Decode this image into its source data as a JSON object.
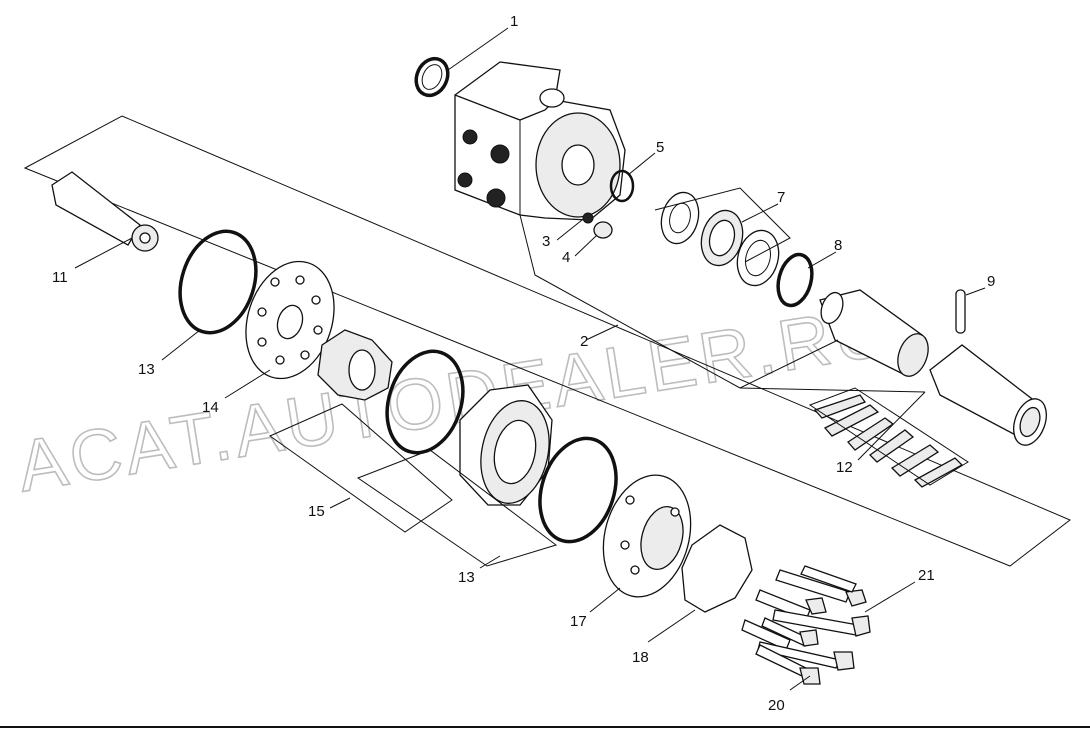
{
  "watermark": "ACAT.AUTODEALER.RU",
  "part_labels": {
    "p1": "1",
    "p2": "2",
    "p3": "3",
    "p4": "4",
    "p5": "5",
    "p6": "7",
    "p7": "8",
    "p8": "9",
    "p9": "11",
    "p10": "12",
    "p11": "13",
    "p12": "13",
    "p13": "14",
    "p14": "15",
    "p15": "17",
    "p16": "18",
    "p17": "20",
    "p18": "21"
  }
}
